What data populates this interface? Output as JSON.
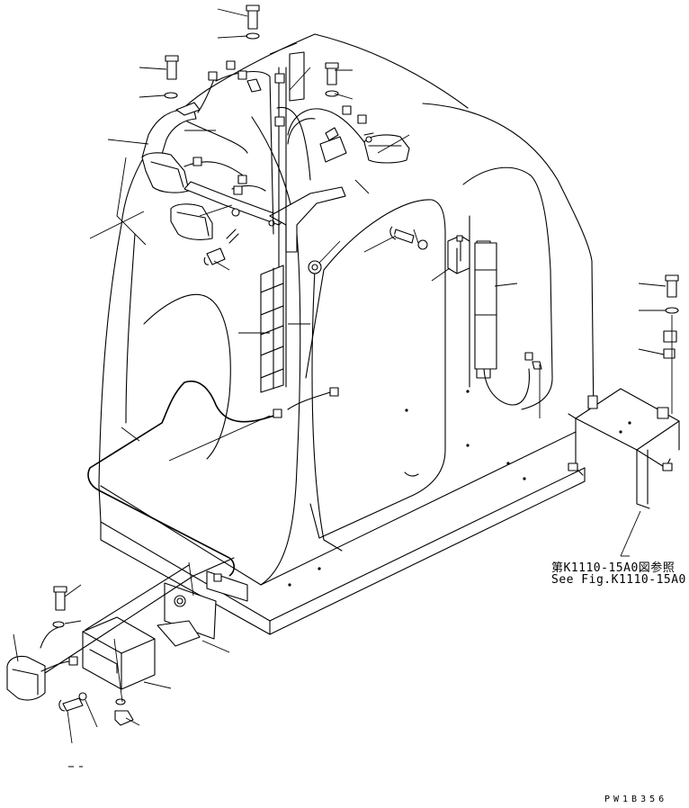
{
  "diagram": {
    "reference_text_jp": "第K1110-15A0図参照",
    "reference_text_en": "See Fig.K1110-15A0",
    "drawing_code": "PW1B356"
  },
  "colors": {
    "ink": "#000000",
    "paper": "#ffffff"
  }
}
